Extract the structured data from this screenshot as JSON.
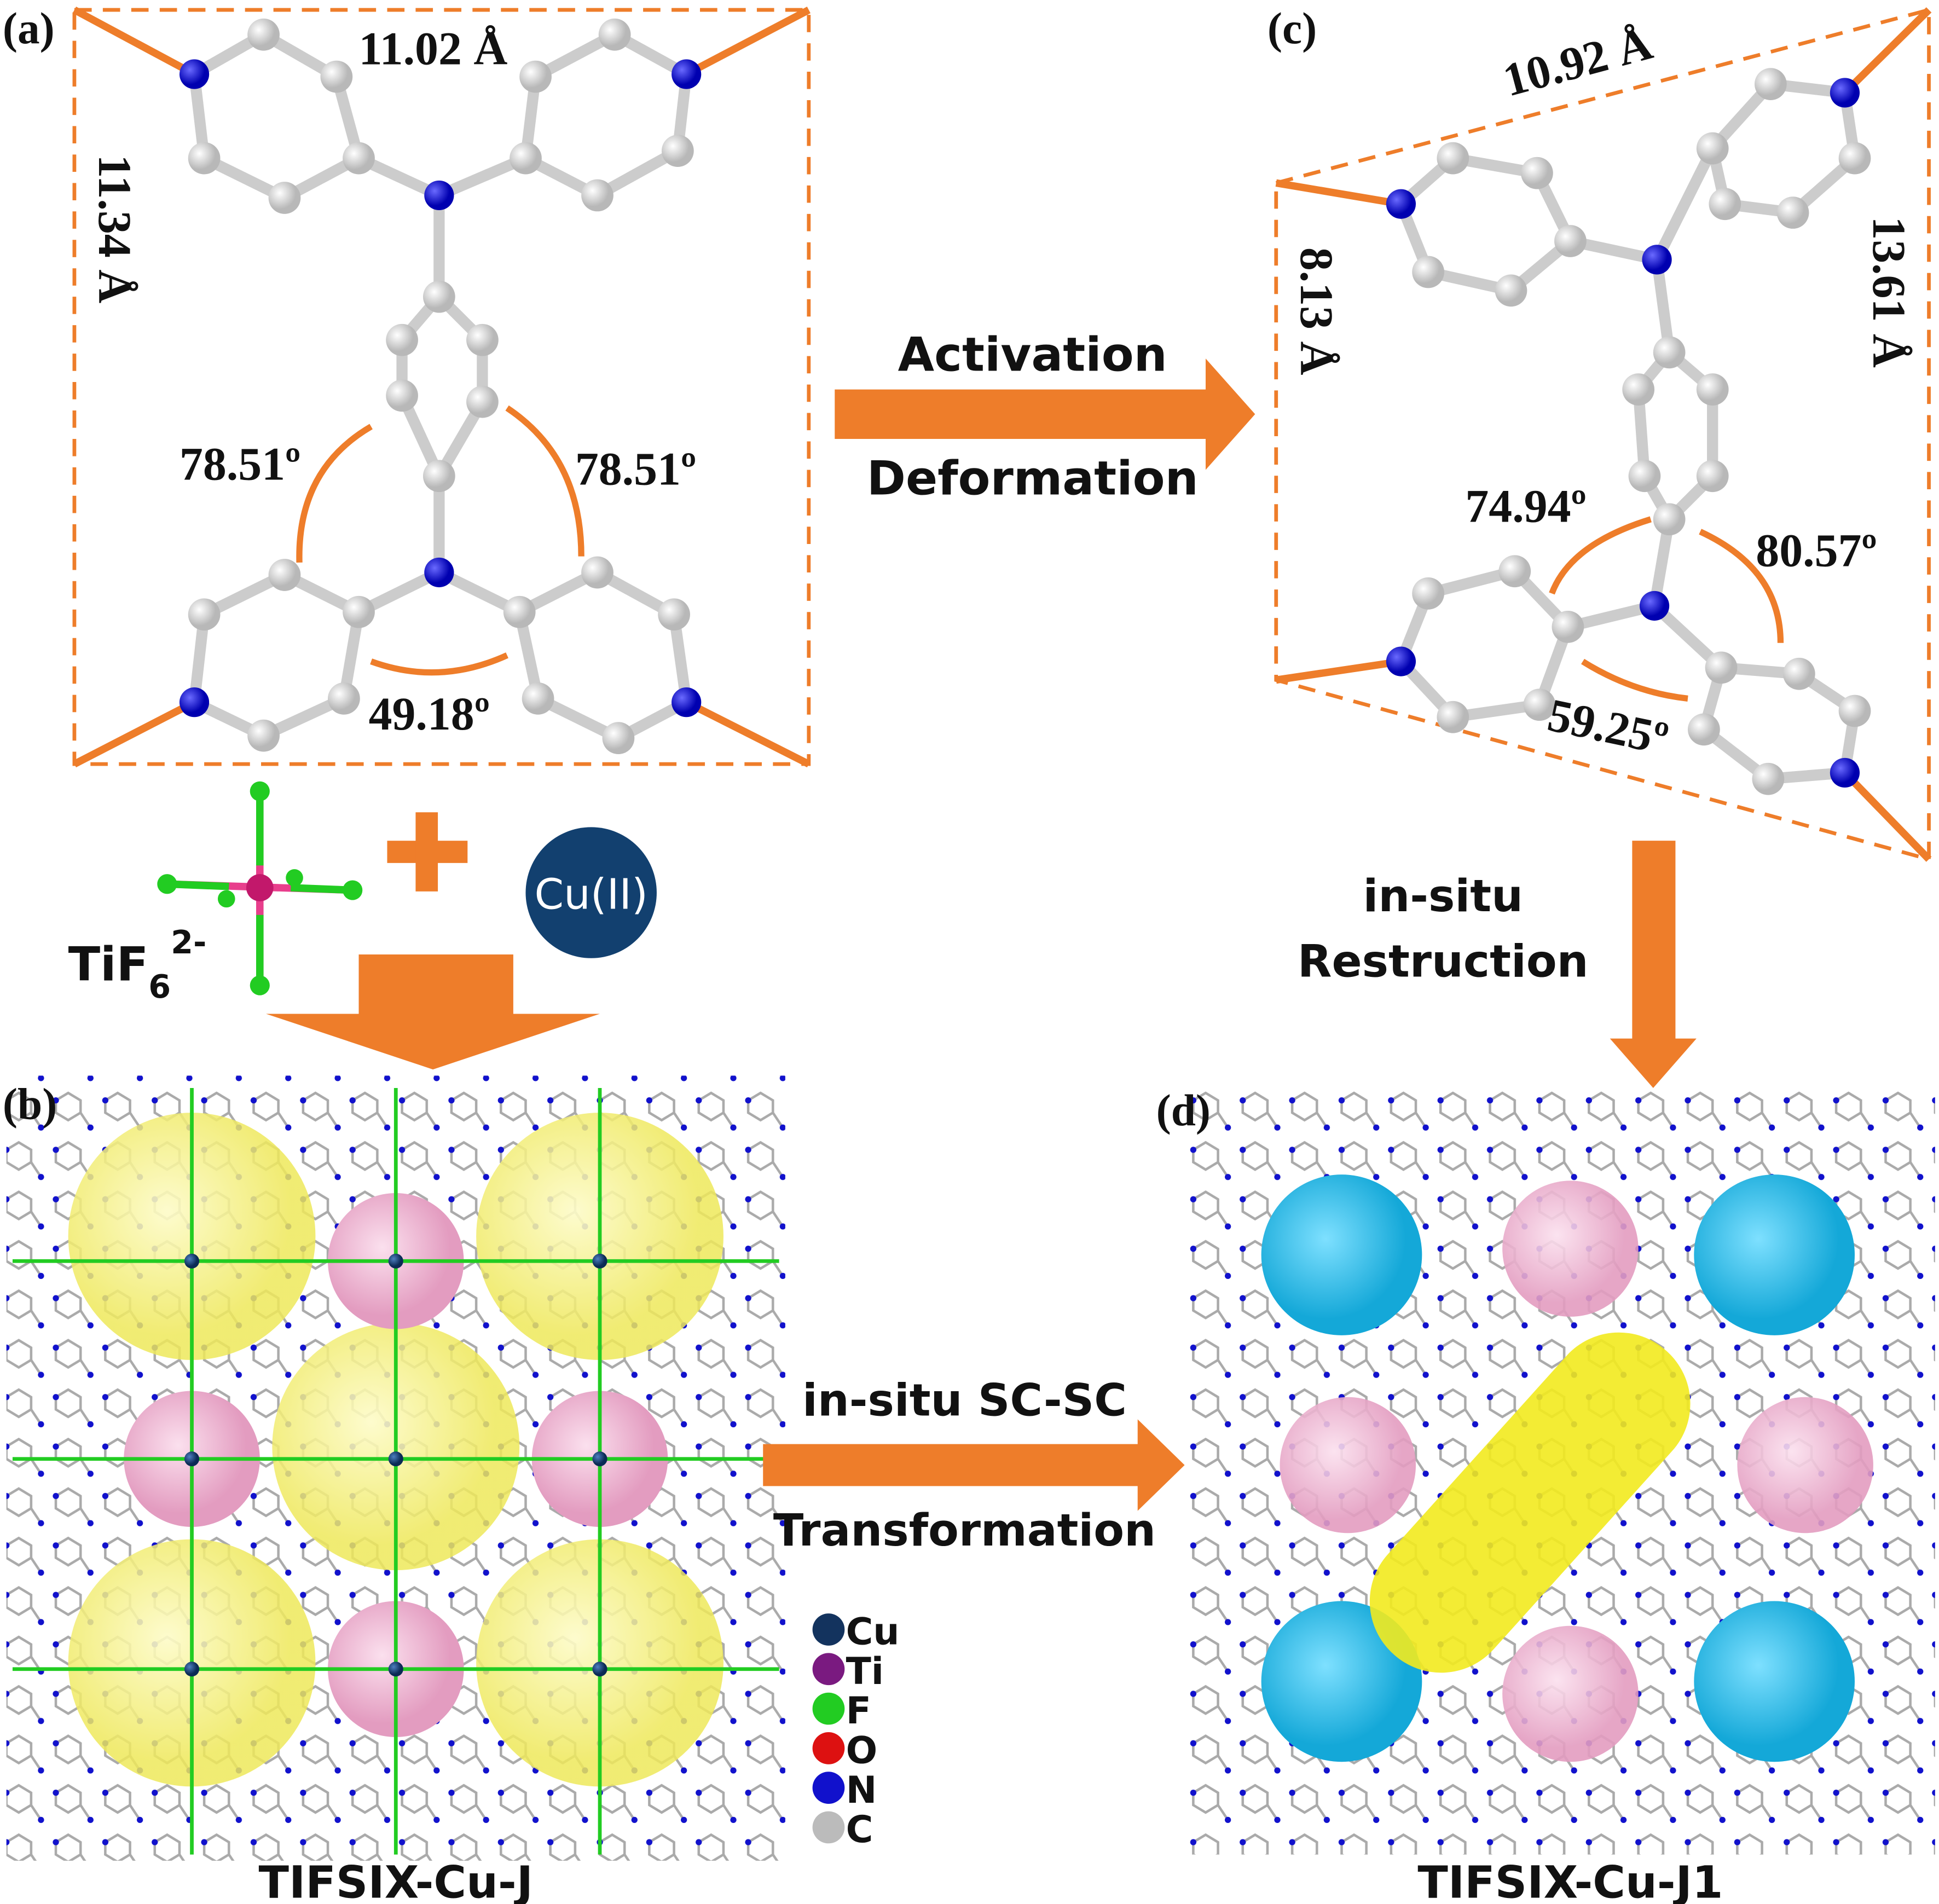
{
  "panel_a": {
    "label": "(a)",
    "width": "11.02 Å",
    "height": "11.34 Å",
    "angle_left": "78.51º",
    "angle_right": "78.51º",
    "angle_bottom": "49.18º"
  },
  "panel_c": {
    "label": "(c)",
    "top": "10.92 Å",
    "left": "8.13 Å",
    "right": "13.61 Å",
    "angle_left": "74.94º",
    "angle_right": "80.57º",
    "angle_bottom": "59.25º"
  },
  "arrow_ac": {
    "top": "Activation",
    "bottom": "Deformation"
  },
  "arrow_cd": {
    "top": "in-situ",
    "bottom": "Restruction"
  },
  "arrow_bd": {
    "top": "in-situ SC-SC",
    "bottom": "Transformation"
  },
  "reagents": {
    "anion": "TiF",
    "anion_sub": "6",
    "anion_sup": "2-",
    "metal": "Cu(II)"
  },
  "panel_b": {
    "label": "(b)",
    "caption": "TIFSIX-Cu-J"
  },
  "panel_d": {
    "label": "(d)",
    "caption": "TIFSIX-Cu-J1"
  },
  "legend": [
    {
      "el": "Cu",
      "color": "#13335e"
    },
    {
      "el": "Ti",
      "color": "#7a1a80"
    },
    {
      "el": "F",
      "color": "#22cc22"
    },
    {
      "el": "O",
      "color": "#dd1111"
    },
    {
      "el": "N",
      "color": "#1111cc"
    },
    {
      "el": "C",
      "color": "#bbbbbb"
    }
  ],
  "colors": {
    "accent": "#ee7d2a",
    "cage_yellow": "#f5f07a",
    "cage_pink": "#f0b3d0",
    "cage_cyan": "#33c3e8",
    "atom_n": "#1010d0",
    "atom_c": "#d8d8d8"
  }
}
